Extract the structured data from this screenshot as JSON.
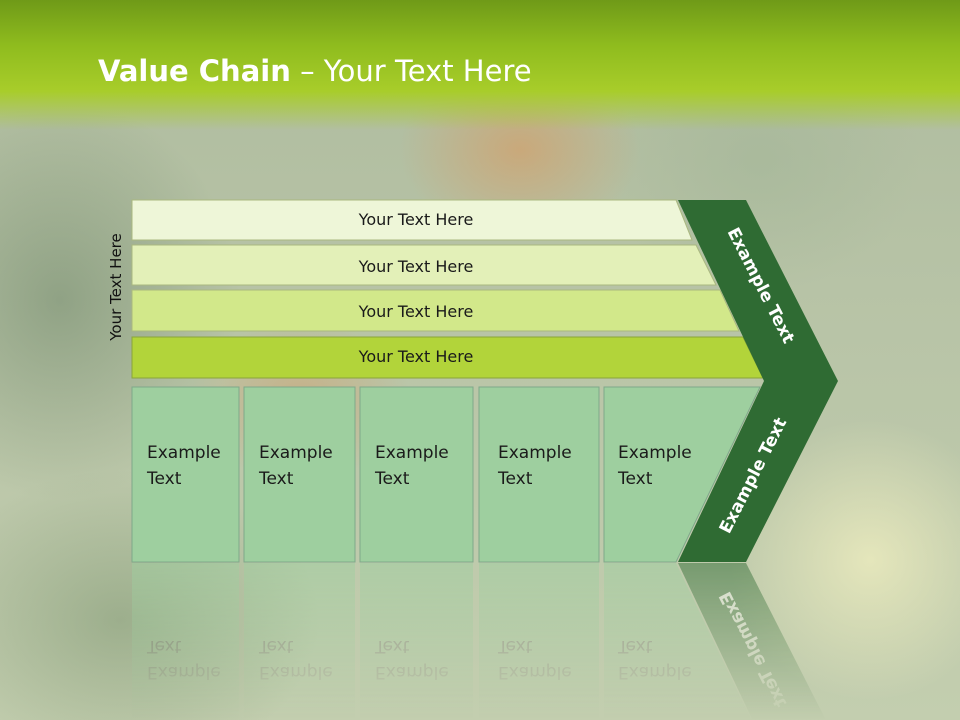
{
  "slide": {
    "title_bold": "Value Chain",
    "title_rest": " – Your Text Here",
    "side_label": "Your Text Here"
  },
  "bars": [
    {
      "label": "Your Text Here",
      "color": "#eef6d8"
    },
    {
      "label": "Your Text Here",
      "color": "#e3f0b8"
    },
    {
      "label": "Your Text Here",
      "color": "#d2e88a"
    },
    {
      "label": "Your Text Here",
      "color": "#b2d43a"
    }
  ],
  "cells": [
    {
      "line1": "Example",
      "line2": "Text"
    },
    {
      "line1": "Example",
      "line2": "Text"
    },
    {
      "line1": "Example",
      "line2": "Text"
    },
    {
      "line1": "Example",
      "line2": "Text"
    },
    {
      "line1": "Example",
      "line2": "Text"
    }
  ],
  "arrow": {
    "upper_label": "Example Text",
    "lower_label": "Example Text",
    "color": "#2f6b33"
  },
  "cell_color": "#9ecf9f"
}
